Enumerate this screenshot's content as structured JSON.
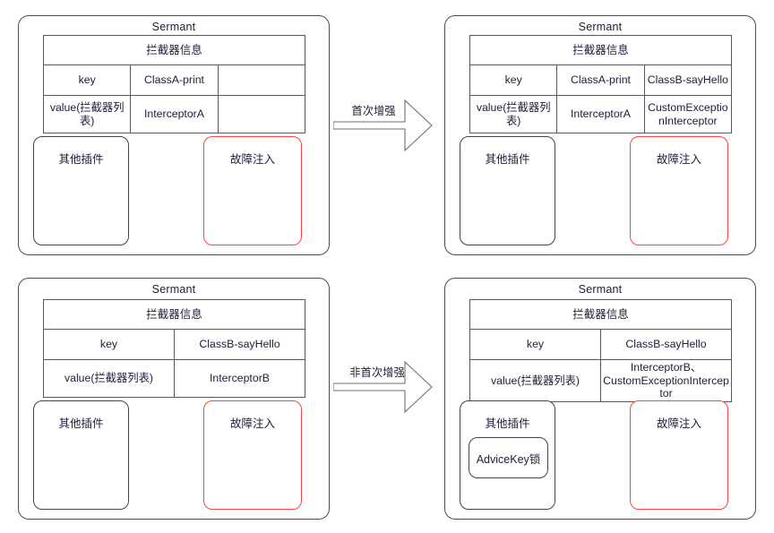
{
  "panels": [
    {
      "id": "top-left",
      "title": "Sermant",
      "table": {
        "header": "拦截器信息",
        "rows": [
          {
            "label": "key",
            "cells": [
              "ClassA-print",
              ""
            ]
          },
          {
            "label": "value(拦截器列表)",
            "cells": [
              "InterceptorA",
              ""
            ]
          }
        ]
      },
      "plugin_box": {
        "label": "其他插件",
        "inner": null
      },
      "fault_box": {
        "label": "故障注入"
      }
    },
    {
      "id": "top-right",
      "title": "Sermant",
      "table": {
        "header": "拦截器信息",
        "rows": [
          {
            "label": "key",
            "cells": [
              "ClassA-print",
              "ClassB-sayHello"
            ]
          },
          {
            "label": "value(拦截器列表)",
            "cells": [
              "InterceptorA",
              "CustomExceptionInterceptor"
            ]
          }
        ]
      },
      "plugin_box": {
        "label": "其他插件",
        "inner": null
      },
      "fault_box": {
        "label": "故障注入"
      }
    },
    {
      "id": "bottom-left",
      "title": "Sermant",
      "table": {
        "header": "拦截器信息",
        "rows": [
          {
            "label": "key",
            "cells": [
              "ClassB-sayHello"
            ]
          },
          {
            "label": "value(拦截器列表)",
            "cells": [
              "InterceptorB"
            ]
          }
        ]
      },
      "plugin_box": {
        "label": "其他插件",
        "inner": null
      },
      "fault_box": {
        "label": "故障注入"
      }
    },
    {
      "id": "bottom-right",
      "title": "Sermant",
      "table": {
        "header": "拦截器信息",
        "rows": [
          {
            "label": "key",
            "cells": [
              "ClassB-sayHello"
            ]
          },
          {
            "label": "value(拦截器列表)",
            "cells": [
              "InterceptorB、CustomExceptionInterceptor"
            ]
          }
        ]
      },
      "plugin_box": {
        "label": "其他插件",
        "inner": "AdviceKey锁"
      },
      "fault_box": {
        "label": "故障注入"
      }
    }
  ],
  "arrows": [
    {
      "id": "top-arrow",
      "label": "首次增强"
    },
    {
      "id": "bottom-arrow",
      "label": "非首次增强"
    }
  ],
  "colors": {
    "fault_border": "#ff4242",
    "panel_border": "#4d4d4d",
    "text": "#20203a"
  }
}
